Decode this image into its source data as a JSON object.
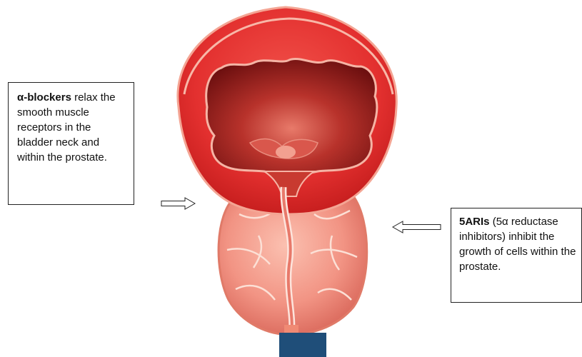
{
  "callouts": {
    "left": {
      "term": "α-blockers",
      "text": " relax the smooth muscle receptors in the bladder neck and within the prostate."
    },
    "right": {
      "term": "5ARIs",
      "text": " (5α reductase inhibitors) inhibit the growth of cells within the prostate."
    }
  },
  "colors": {
    "bladder_wall": "#e3302f",
    "bladder_inner": "#8e1a18",
    "prostate": "#f29484",
    "urethra_block": "#1f4e79"
  }
}
